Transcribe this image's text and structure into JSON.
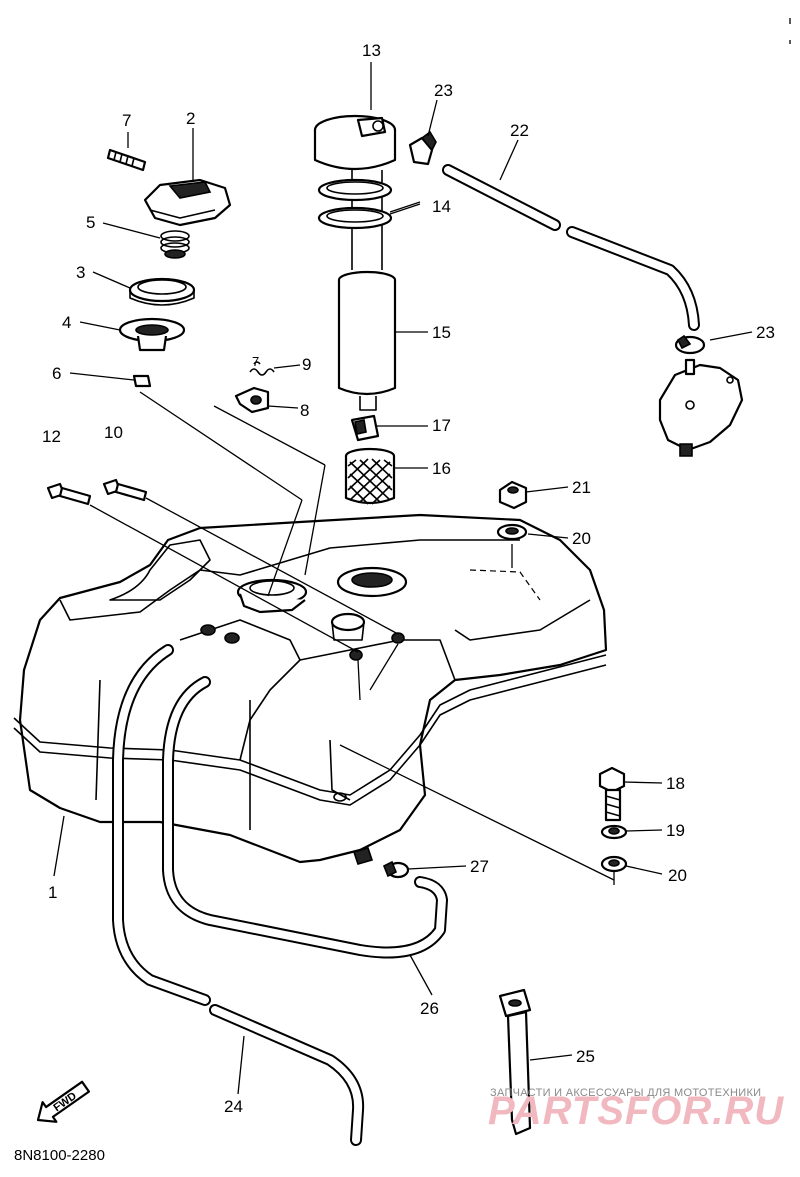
{
  "diagram_code": "8N8100-2280",
  "fwd_label": "FWD",
  "watermark": {
    "caption": "ЗАПЧАСТИ И АКСЕССУАРЫ ДЛЯ МОТОТЕХНИКИ",
    "brand": "PARTSFOR.RU"
  },
  "callouts": [
    {
      "id": "c1",
      "label": "1"
    },
    {
      "id": "c2",
      "label": "2"
    },
    {
      "id": "c3",
      "label": "3"
    },
    {
      "id": "c4",
      "label": "4"
    },
    {
      "id": "c5",
      "label": "5"
    },
    {
      "id": "c6",
      "label": "6"
    },
    {
      "id": "c7",
      "label": "7"
    },
    {
      "id": "c7b",
      "label": "7"
    },
    {
      "id": "c8",
      "label": "8"
    },
    {
      "id": "c9",
      "label": "9"
    },
    {
      "id": "c10",
      "label": "10"
    },
    {
      "id": "c12",
      "label": "12"
    },
    {
      "id": "c13",
      "label": "13"
    },
    {
      "id": "c14",
      "label": "14"
    },
    {
      "id": "c15",
      "label": "15"
    },
    {
      "id": "c16",
      "label": "16"
    },
    {
      "id": "c17",
      "label": "17"
    },
    {
      "id": "c18",
      "label": "18"
    },
    {
      "id": "c19",
      "label": "19"
    },
    {
      "id": "c20a",
      "label": "20"
    },
    {
      "id": "c20b",
      "label": "20"
    },
    {
      "id": "c21",
      "label": "21"
    },
    {
      "id": "c22",
      "label": "22"
    },
    {
      "id": "c23a",
      "label": "23"
    },
    {
      "id": "c23b",
      "label": "23"
    },
    {
      "id": "c24",
      "label": "24"
    },
    {
      "id": "c25",
      "label": "25"
    },
    {
      "id": "c26",
      "label": "26"
    },
    {
      "id": "c27",
      "label": "27"
    }
  ]
}
